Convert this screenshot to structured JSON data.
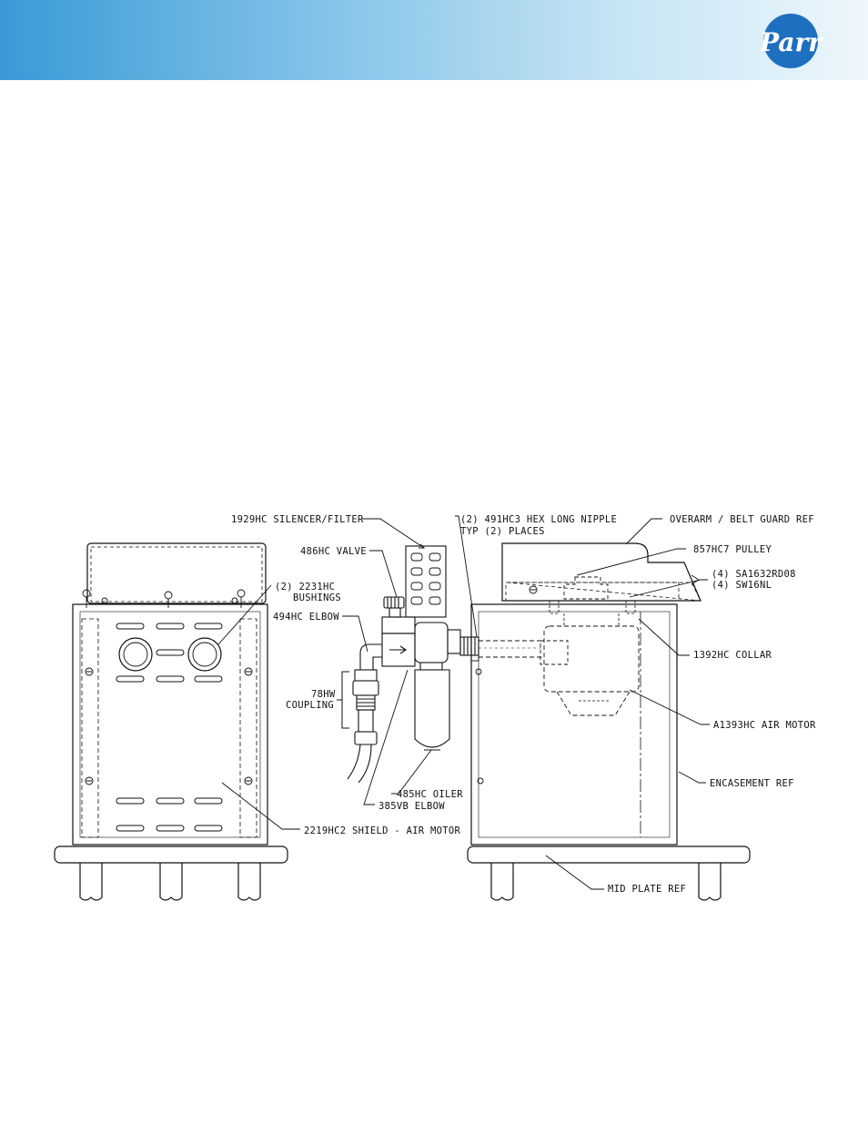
{
  "header": {
    "brand_color": "#3a9ad6",
    "logo_text": "Parr"
  },
  "drawing": {
    "labels": {
      "silencer": "1929HC SILENCER/FILTER",
      "nipple_line1": "(2) 491HC3 HEX LONG NIPPLE",
      "nipple_line2": "TYP (2) PLACES",
      "overarm": "OVERARM / BELT GUARD REF",
      "valve": "486HC VALVE",
      "pulley": "857HC7 PULLEY",
      "sa_line1": "(4) SA1632RD08",
      "sa_line2": "(4) SW16NL",
      "bushings_line1": "(2) 2231HC",
      "bushings_line2": "BUSHINGS",
      "elbow494": "494HC ELBOW",
      "collar": "1392HC COLLAR",
      "coupling_line1": "78HW",
      "coupling_line2": "COUPLING",
      "air_motor": "A1393HC AIR MOTOR",
      "oiler": "485HC OILER",
      "encasement": "ENCASEMENT REF",
      "elbow385": "385VB ELBOW",
      "shield": "2219HC2 SHIELD - AIR MOTOR",
      "midplate": "MID PLATE REF"
    }
  }
}
